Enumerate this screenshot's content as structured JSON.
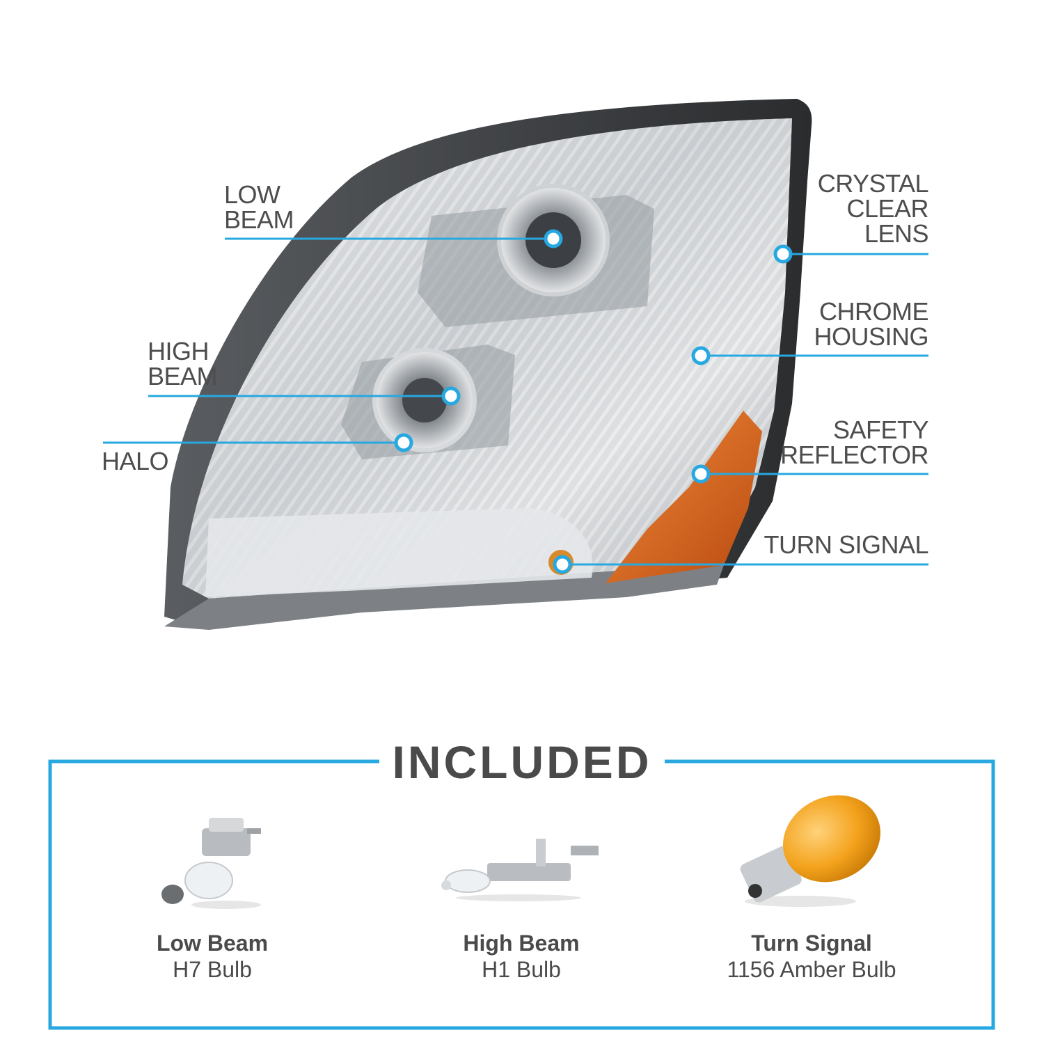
{
  "callouts": {
    "low_beam": [
      "LOW",
      "BEAM"
    ],
    "high_beam": [
      "HIGH",
      "BEAM"
    ],
    "halo": [
      "HALO"
    ],
    "crystal_clear_lens": [
      "CRYSTAL",
      "CLEAR",
      "LENS"
    ],
    "chrome_housing": [
      "CHROME",
      "HOUSING"
    ],
    "safety_reflector": [
      "SAFETY",
      "REFLECTOR"
    ],
    "turn_signal": [
      "TURN SIGNAL"
    ]
  },
  "included": {
    "title": "INCLUDED",
    "bulbs": [
      {
        "name": "Low Beam",
        "desc": "H7 Bulb"
      },
      {
        "name": "High Beam",
        "desc": "H1 Bulb"
      },
      {
        "name": "Turn Signal",
        "desc": "1156 Amber Bulb"
      }
    ]
  },
  "colors": {
    "accent": "#27a8e0",
    "text": "#4a4a4a",
    "reflector": "#d9621a",
    "amber_bulb": "#f2a01e"
  }
}
